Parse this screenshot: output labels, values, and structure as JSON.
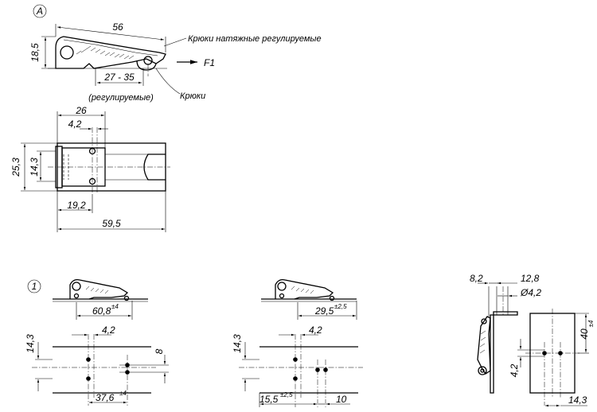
{
  "view_a": {
    "marker": "A",
    "dim_length": "56",
    "dim_height": "18,5",
    "dim_range": "27 - 35",
    "adjustable_note": "(регулируемые)",
    "label_tension_hooks": "Крюки натяжные регулируемые",
    "label_force": "F1",
    "label_hooks": "Крюки"
  },
  "top_view": {
    "dim_26": "26",
    "dim_4_2": "4,2",
    "dim_25_3": "25,3",
    "dim_14_3": "14,3",
    "dim_19_2": "19,2",
    "dim_59_5": "59,5"
  },
  "mounting": {
    "marker": "1",
    "left": {
      "dim_60_8": "60,8",
      "tol_60_8": "±4",
      "dim_14_3": "14,3",
      "dim_4_2": "4,2",
      "dim_8": "8",
      "dim_37_6": "37,6",
      "tol_37_6": "±4"
    },
    "middle": {
      "dim_29_5": "29,5",
      "tol_29_5": "±2,5",
      "dim_14_3": "14,3",
      "dim_4_2": "4,2",
      "dim_15_5": "15,5",
      "tol_15_5": "±2,5",
      "dim_10": "10"
    },
    "right": {
      "dim_8_2": "8,2",
      "dim_12_8": "12,8",
      "dim_dia": "Ø4,2",
      "dim_40": "40",
      "tol_40": "±4",
      "dim_4_2": "4,2",
      "dim_14_3": "14,3"
    }
  }
}
